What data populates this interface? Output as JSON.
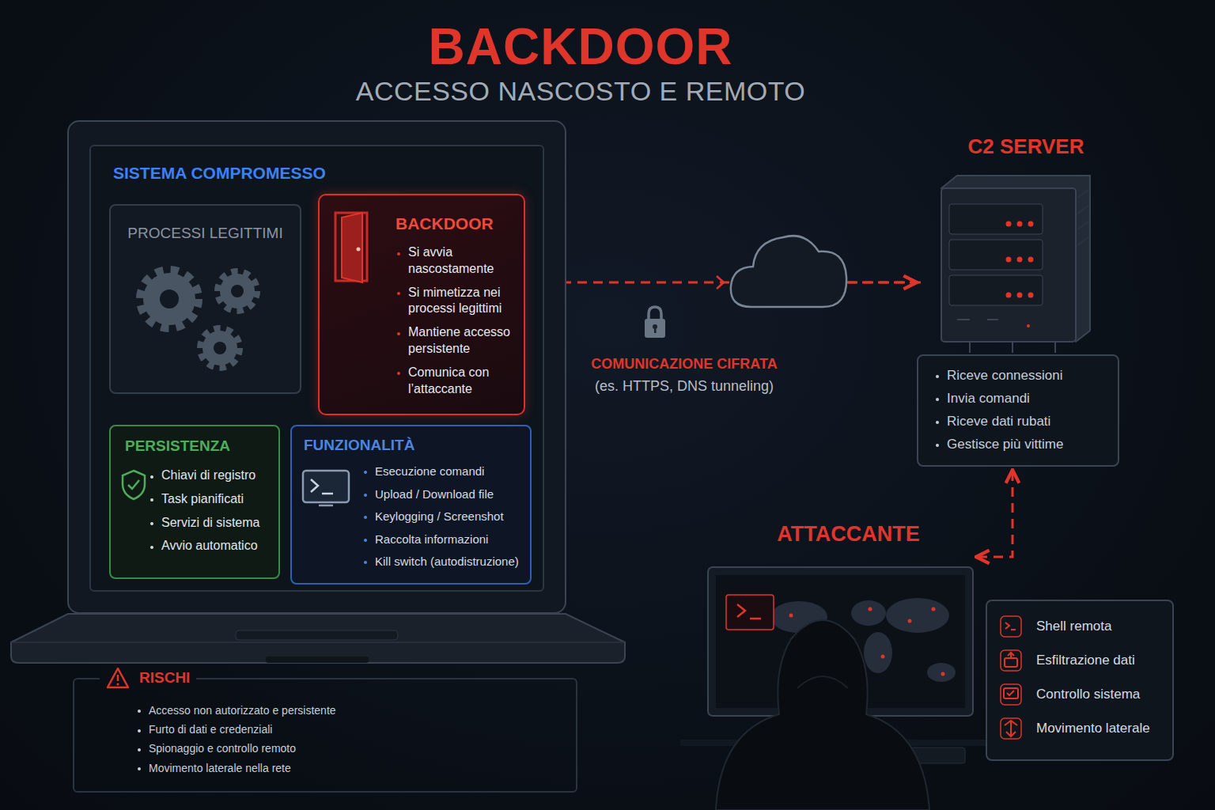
{
  "diagram": {
    "title": "BACKDOOR",
    "nodes": [
      {
        "text": [
          "SISTEMA COMPROMESSO"
        ]
      },
      {
        "text": [
          "PROCESSI LEGITTIMI"
        ],
        "in": 0
      },
      {
        "text": [
          "BACKDOOR",
          "Si avvia nascostamente",
          "Si mimetizza nei processi legittimi",
          "Mantiene accesso persistente",
          "Comunica con l’attaccante"
        ],
        "in": 0
      },
      {
        "text": [
          "PERSISTENZA",
          "Chiavi di registro",
          "Task pianificati",
          "Servizi di sistema",
          "Avvio automatico"
        ],
        "in": 0
      },
      {
        "text": [
          "FUNZIONALITÀ",
          "Esecuzione comandi",
          "Upload / Download file",
          "Keylogging / Screenshot",
          "Raccolta informazioni",
          "Kill switch (autodistruzione)"
        ],
        "in": 0
      },
      {
        "text": [
          "C2 SERVER",
          "Riceve connessioni",
          "Invia comandi",
          "Riceve dati rubati",
          "Gestisce più vittime"
        ]
      },
      {
        "text": [
          "ATTACCANTE"
        ]
      },
      {
        "text": [
          "Shell remota",
          "Esfiltrazione dati",
          "Controllo sistema",
          "Movimento laterale"
        ]
      },
      {
        "text": [
          "RISCHI",
          "Accesso non autorizzato e persistente",
          "Furto di dati e credenziali",
          "Spionaggio e controllo remoto",
          "Movimento laterale nella rete"
        ]
      }
    ],
    "edges": [
      {
        "from": 2,
        "to": 5,
        "arrow": "both"
      },
      {
        "from": 5,
        "to": 6,
        "arrow": "both"
      },
      {
        "from": 1,
        "to": 3,
        "arrow": "none"
      },
      {
        "from": 1,
        "to": 2,
        "arrow": "none"
      }
    ],
    "labels": [
      "ACCESSO NASCOSTO E REMOTO",
      "COMUNICAZIONE CIFRATA",
      "(es. HTTPS, DNS tunneling)"
    ]
  }
}
